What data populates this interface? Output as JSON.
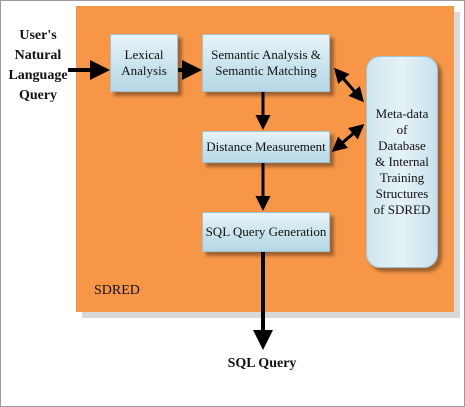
{
  "input": {
    "label": "User's\nNatural\nLanguage\nQuery"
  },
  "output": {
    "label": "SQL Query"
  },
  "system": {
    "label": "SDRED"
  },
  "boxes": {
    "lexical": "Lexical\nAnalysis",
    "semantic": "Semantic Analysis &\nSemantic Matching",
    "distance": "Distance Measurement",
    "sqlgen": "SQL Query Generation",
    "metadata": "Meta-data\nof\nDatabase\n& Internal\nTraining\nStructures\nof SDRED"
  },
  "colors": {
    "panel": "#f79646",
    "box": "#c7e2ec",
    "arrow": "#000000"
  }
}
